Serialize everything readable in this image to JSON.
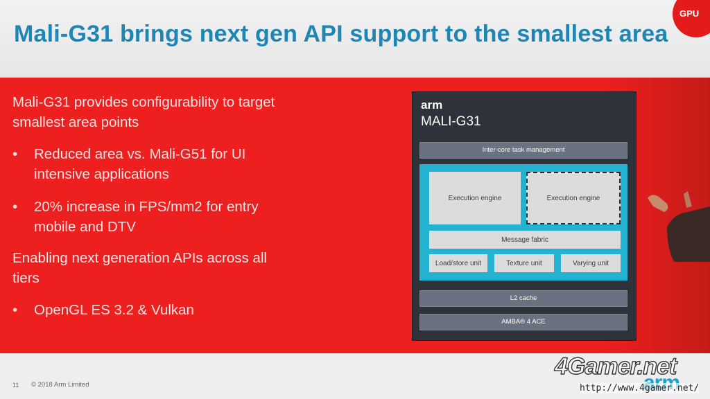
{
  "slide": {
    "title": "Mali-G31 brings next gen API support to the smallest area",
    "badge": "GPU",
    "intro_line1": "Mali-G31 provides configurability to target",
    "intro_line2": "smallest area points",
    "bullets": [
      {
        "line1": "Reduced area vs. Mali-G51 for UI",
        "line2": "intensive applications"
      },
      {
        "line1": "20% increase in FPS/mm2 for entry",
        "line2": "mobile and DTV"
      }
    ],
    "para2_line1": "Enabling next generation APIs across all",
    "para2_line2": "tiers",
    "bullet3": "OpenGL ES 3.2 & Vulkan",
    "bullet_char": "•",
    "page_number": "11",
    "copyright": "© 2018 Arm Limited",
    "footer_logo": "arm"
  },
  "diagram": {
    "brand": "arm",
    "product": "MALI-G31",
    "top_bar": "Inter-core task management",
    "engine1": "Execution engine",
    "engine2": "Execution engine",
    "fabric": "Message fabric",
    "units": [
      "Load/store unit",
      "Texture unit",
      "Varying unit"
    ],
    "l2": "L2 cache",
    "amba": "AMBA® 4 ACE"
  },
  "watermark": {
    "logo": "4Gamer.net",
    "url": "http://www.4gamer.net/"
  },
  "colors": {
    "title_blue": "#1f86b4",
    "panel_red": "#ee1f1f",
    "diagram_dark": "#2e3239",
    "diagram_cyan": "#23b2cf"
  }
}
